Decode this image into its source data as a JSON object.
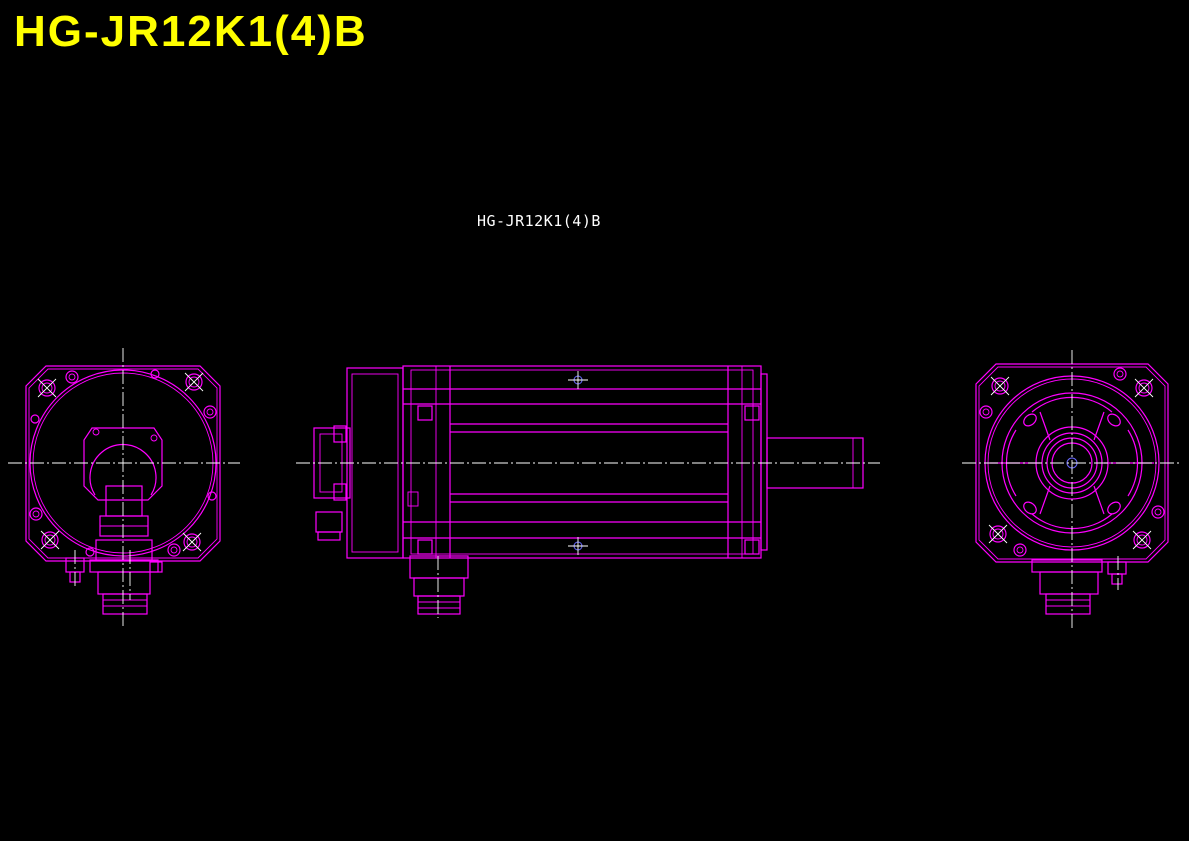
{
  "title": "HG-JR12K1(4)B",
  "drawing_label": "HG-JR12K1(4)B",
  "colors": {
    "background": "#000000",
    "title": "#ffff00",
    "outline": "#ff00ff",
    "centerline": "#ffffff",
    "marker": "#6a6aff"
  },
  "views": [
    {
      "name": "rear-view"
    },
    {
      "name": "side-view"
    },
    {
      "name": "front-view"
    }
  ]
}
